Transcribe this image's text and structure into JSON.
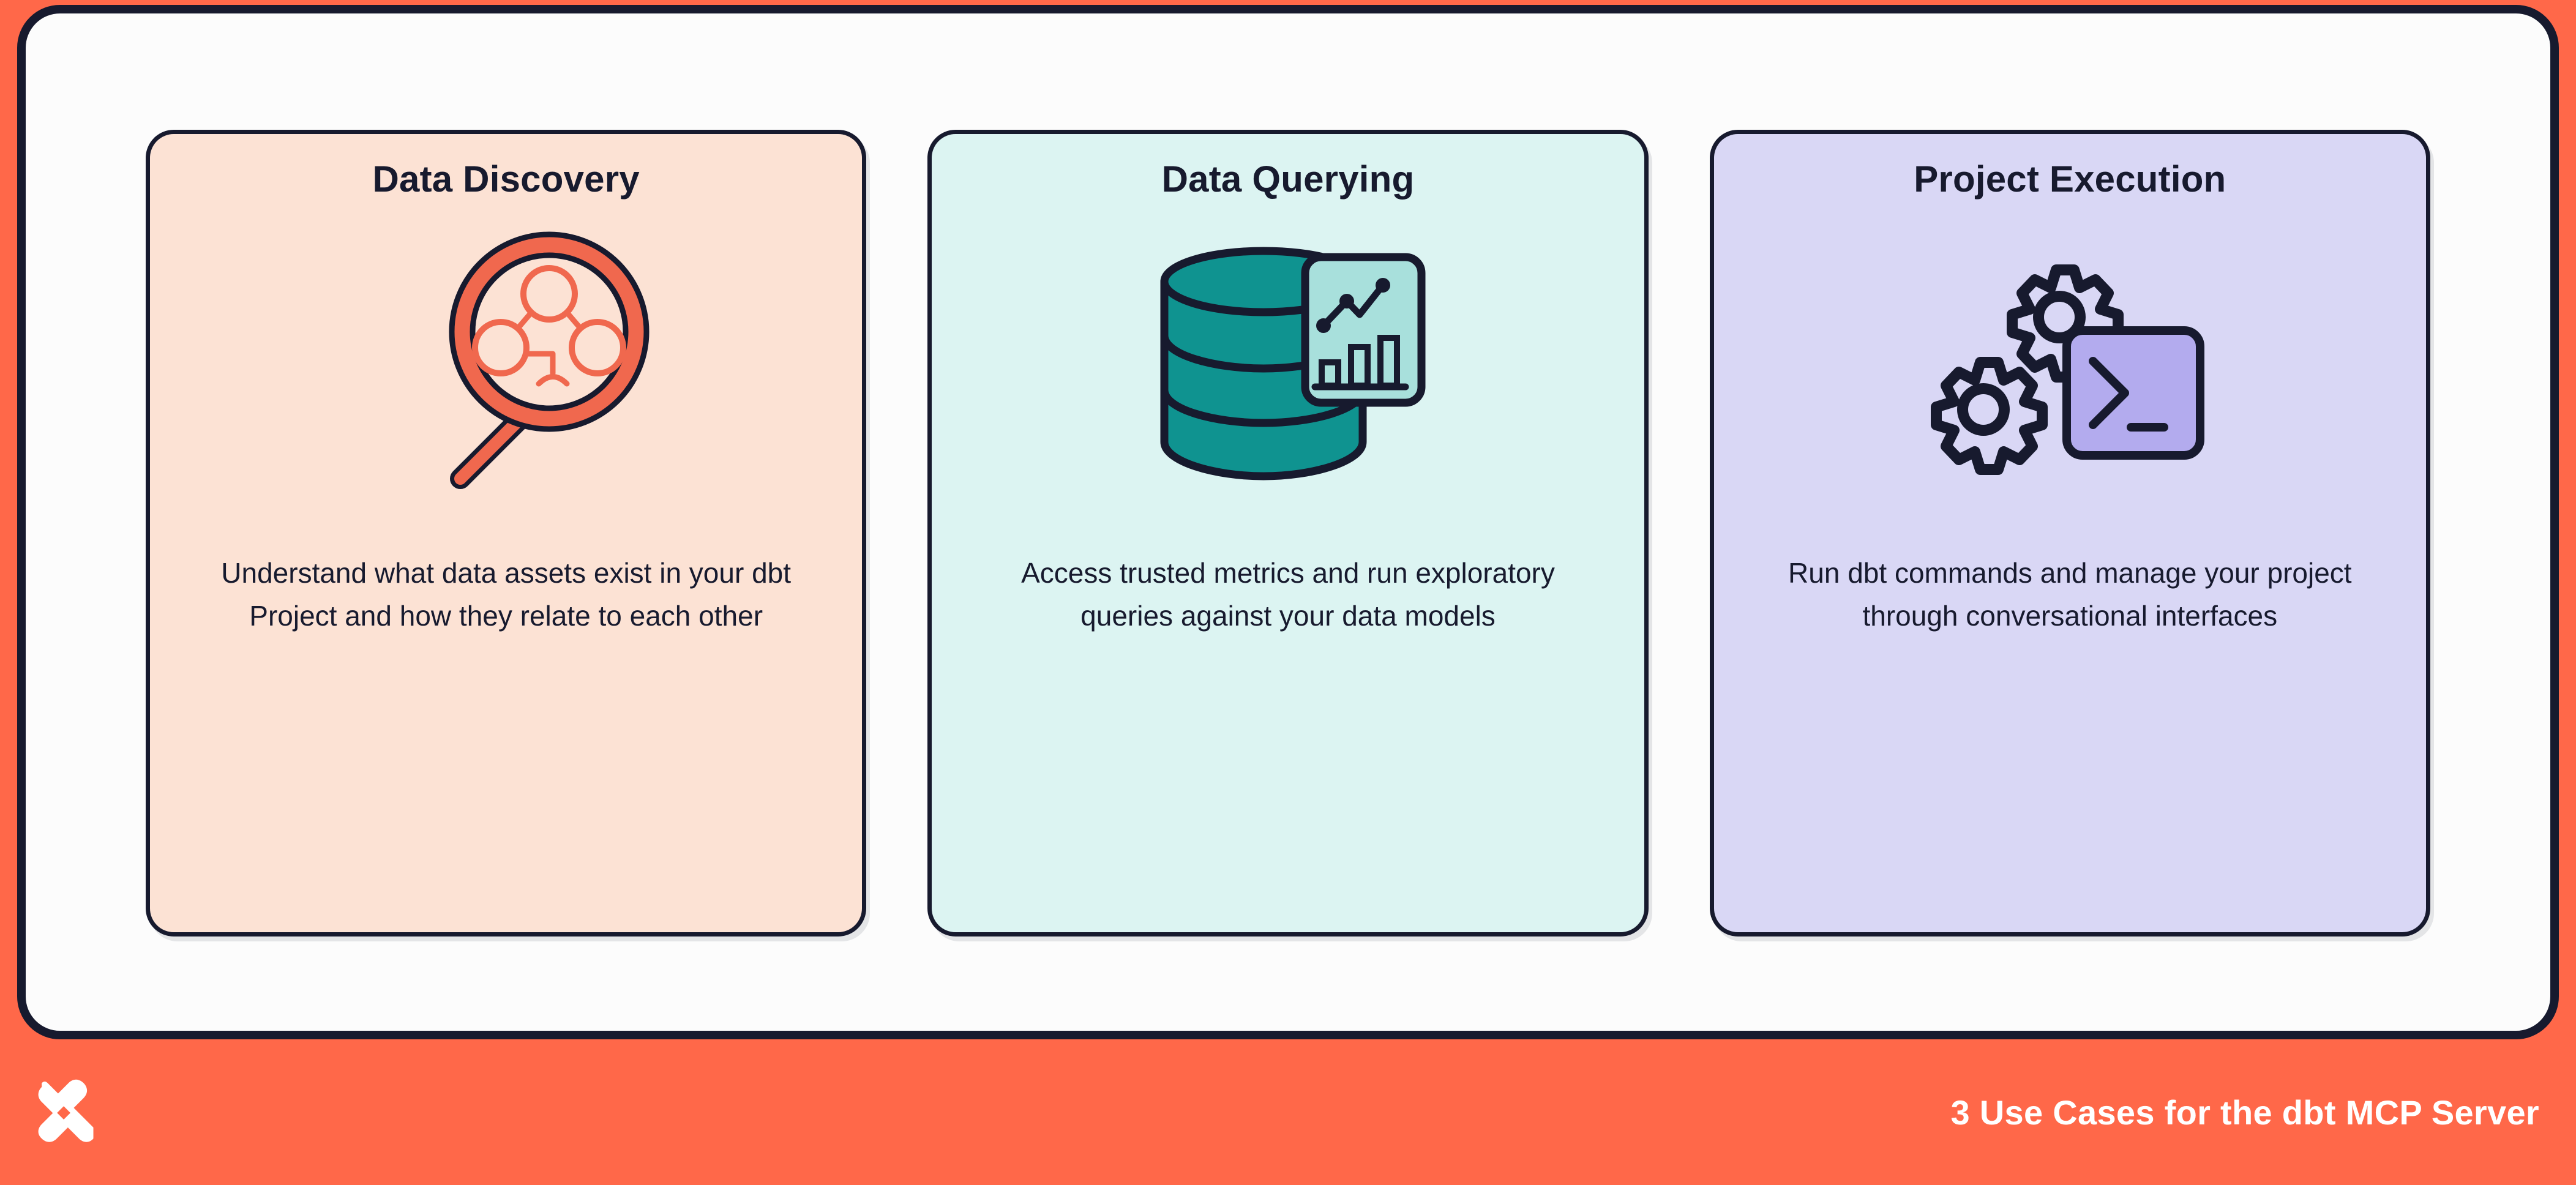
{
  "theme": {
    "ink": "#171A2E",
    "brand_orange": "#FF6849",
    "accent_orange": "#F4634A",
    "teal": "#0F9390",
    "teal_light": "#A8E0DC",
    "panel_bg": "#FCFCFC",
    "card_peach": "#FCE2D4",
    "card_mint": "#DCF4F2",
    "card_lavender": "#D9D7F5",
    "purple_screen": "#B3ABEE"
  },
  "cards": [
    {
      "title": "Data Discovery",
      "body": "Understand what data assets exist in your dbt Project and how they relate to each other",
      "icon": "magnifying-glass-lineage-icon",
      "fill": "#FCE2D4"
    },
    {
      "title": "Data Querying",
      "body": "Access trusted metrics and run exploratory queries against your data models",
      "icon": "database-analytics-icon",
      "fill": "#DCF4F2"
    },
    {
      "title": "Project Execution",
      "body": "Run dbt commands and manage your project through conversational interfaces",
      "icon": "gears-terminal-icon",
      "fill": "#D9D7F5"
    }
  ],
  "footer": {
    "logo": "dbt-logo-icon",
    "text": "3 Use Cases for the dbt MCP Server"
  }
}
